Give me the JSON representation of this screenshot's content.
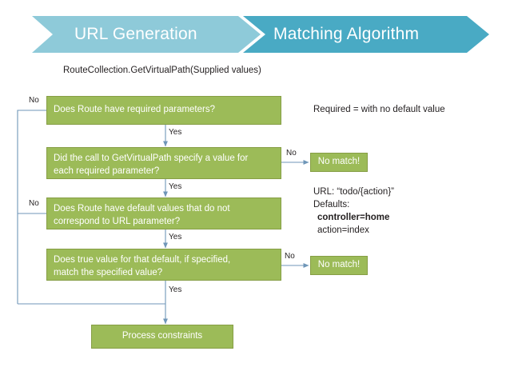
{
  "banner": {
    "segments": [
      {
        "label": "URL Generation",
        "color": "#8ecad9"
      },
      {
        "label": "Matching Algorithm",
        "color": "#49aac4"
      }
    ]
  },
  "caption": "RouteCollection.GetVirtualPath(Supplied values)",
  "flow": {
    "boxes": [
      {
        "id": "b1",
        "line1": "Does Route have required parameters?",
        "line2": ""
      },
      {
        "id": "b2",
        "line1": "Did the call to GetVirtualPath specify a value for",
        "line2": "each required parameter?"
      },
      {
        "id": "b3",
        "line1": "Does Route have default values that do not",
        "line2": "correspond to URL parameter?"
      },
      {
        "id": "b4",
        "line1": "Does true value for that default, if specified,",
        "line2": "match the specified value?"
      }
    ],
    "no_match_1": "No match!",
    "no_match_2": "No match!",
    "process": "Process constraints",
    "labels": {
      "yes1": "Yes",
      "yes2": "Yes",
      "yes3": "Yes",
      "yes4": "Yes",
      "no_left_1": "No",
      "no_left_2": "No",
      "no_right_1": "No",
      "no_right_2": "No"
    }
  },
  "notes": {
    "required": "Required = with no default value",
    "url_line": "URL: “todo/{action}”",
    "defaults_line": "Defaults:",
    "default_controller": "controller=home",
    "default_action": "action=index"
  },
  "colors": {
    "box_fill": "#9cbb58",
    "box_border": "#869e45",
    "banner_light": "#8ecad9",
    "banner_dark": "#49aac4",
    "connector": "#6f96b8",
    "text": "#231f20",
    "box_text": "#ffffff"
  }
}
